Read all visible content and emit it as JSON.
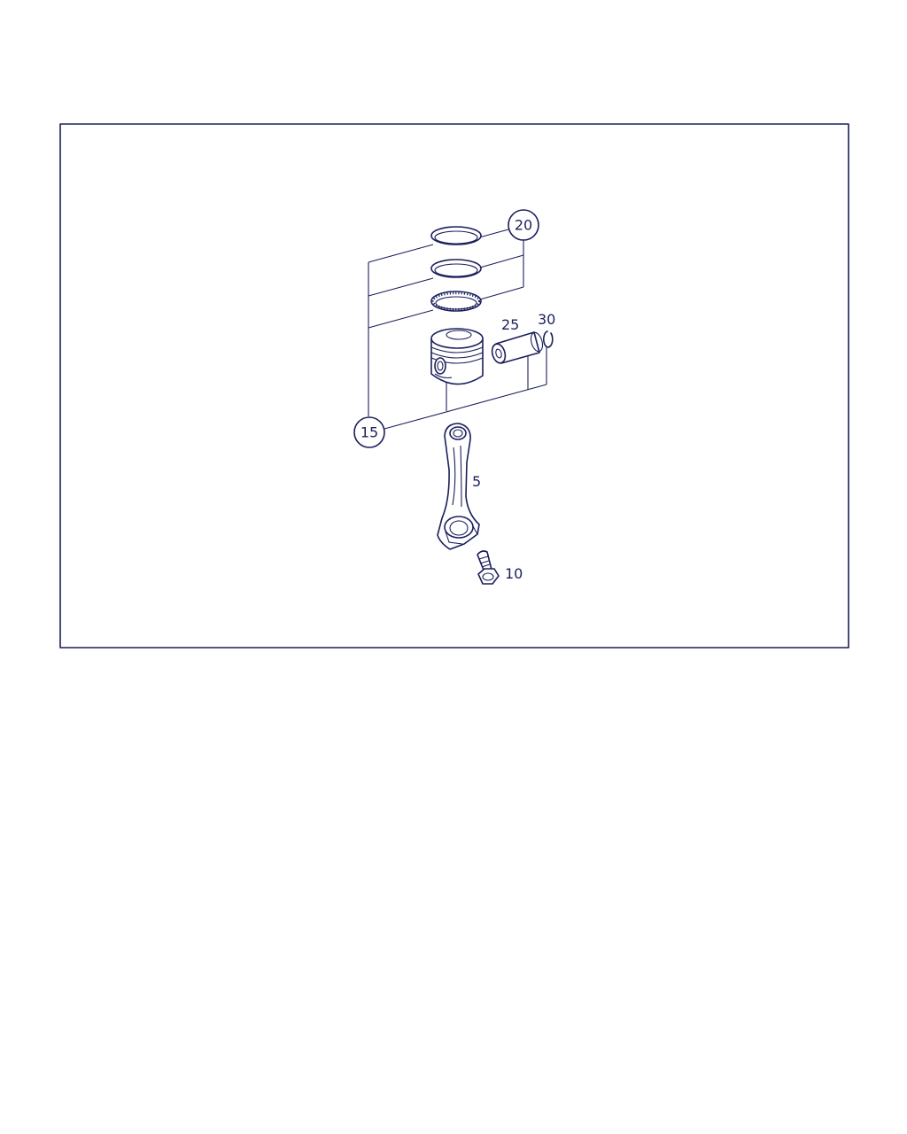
{
  "colors": {
    "ink": "#1a1f5a",
    "background": "#ffffff"
  },
  "callouts": [
    {
      "id": "5",
      "label": "5",
      "circled": false
    },
    {
      "id": "10",
      "label": "10",
      "circled": false
    },
    {
      "id": "15",
      "label": "15",
      "circled": true
    },
    {
      "id": "20",
      "label": "20",
      "circled": true
    },
    {
      "id": "25",
      "label": "25",
      "circled": false
    },
    {
      "id": "30",
      "label": "30",
      "circled": false
    }
  ]
}
